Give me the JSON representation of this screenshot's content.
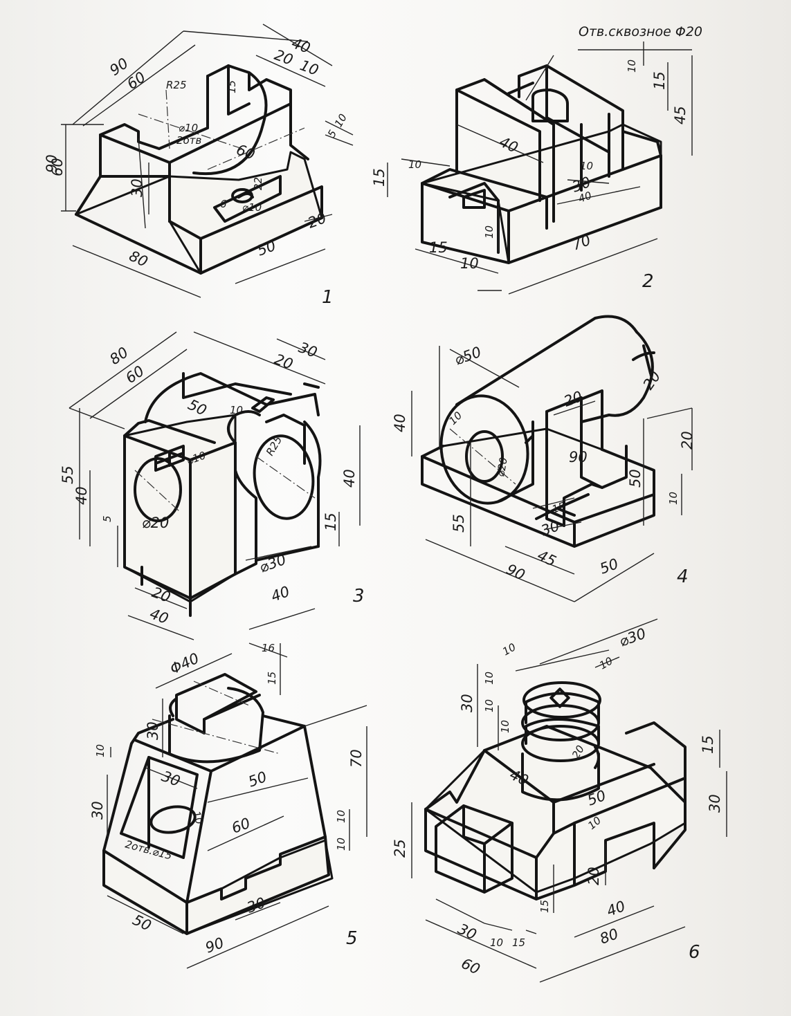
{
  "figures": [
    {
      "number": "1",
      "dimensions": [
        "90",
        "60",
        "40",
        "20",
        "10",
        "R25",
        "15",
        "⌀10",
        "2отв",
        "60",
        "10",
        "5",
        "60",
        "30",
        "22",
        "⌀10",
        "6",
        "80",
        "50",
        "20"
      ]
    },
    {
      "number": "2",
      "note": "Отв.сквозное Φ20",
      "dimensions": [
        "10",
        "15",
        "45",
        "40",
        "10",
        "15",
        "10",
        "30",
        "40",
        "10",
        "15",
        "10",
        "70"
      ]
    },
    {
      "number": "3",
      "dimensions": [
        "80",
        "60",
        "30",
        "20",
        "50",
        "10",
        "R25",
        "⌀10",
        "55",
        "40",
        "5",
        "⌀20",
        "40",
        "15",
        "⌀30",
        "20",
        "40",
        "40"
      ]
    },
    {
      "number": "4",
      "dimensions": [
        "⌀50",
        "10",
        "⌀20",
        "40",
        "20",
        "20",
        "90",
        "20",
        "50",
        "10",
        "15",
        "30",
        "55",
        "45",
        "90",
        "50"
      ]
    },
    {
      "number": "5",
      "dimensions": [
        "Φ40",
        "16",
        "15",
        "30",
        "10",
        "30",
        "30",
        "50",
        "10",
        "60",
        "2отв.⌀15",
        "70",
        "10",
        "10",
        "50",
        "30",
        "90"
      ]
    },
    {
      "number": "6",
      "dimensions": [
        "10",
        "⌀30",
        "10",
        "10",
        "10",
        "30",
        "10",
        "20",
        "40",
        "15",
        "50",
        "10",
        "30",
        "25",
        "20",
        "15",
        "40",
        "30",
        "10",
        "15",
        "80",
        "60"
      ]
    }
  ]
}
